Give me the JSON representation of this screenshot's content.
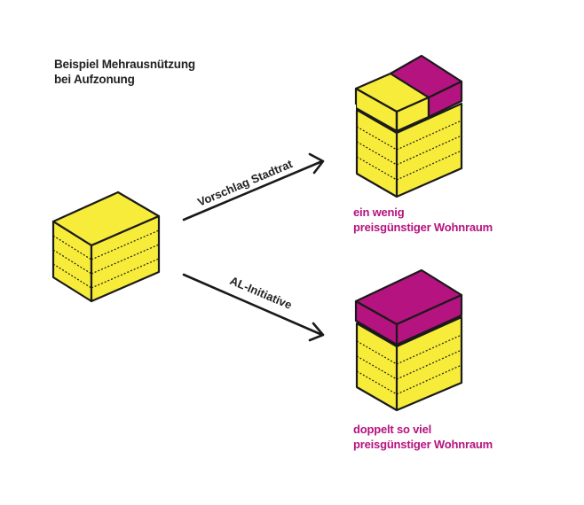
{
  "title": {
    "line1": "Beispiel Mehrausnützung",
    "line2": "bei Aufzonung"
  },
  "arrows": [
    {
      "label": "Vorschlag Stadtrat"
    },
    {
      "label": "AL-Initiative"
    }
  ],
  "outcomes": [
    {
      "line1": "ein wenig",
      "line2": "preisgünstiger Wohnraum"
    },
    {
      "line1": "doppelt so viel",
      "line2": "preisgünstiger Wohnraum"
    }
  ],
  "colors": {
    "building": "#f7ec3a",
    "affordable": "#b5137f",
    "outline": "#1a1a1a",
    "caption": "#b5137f"
  }
}
